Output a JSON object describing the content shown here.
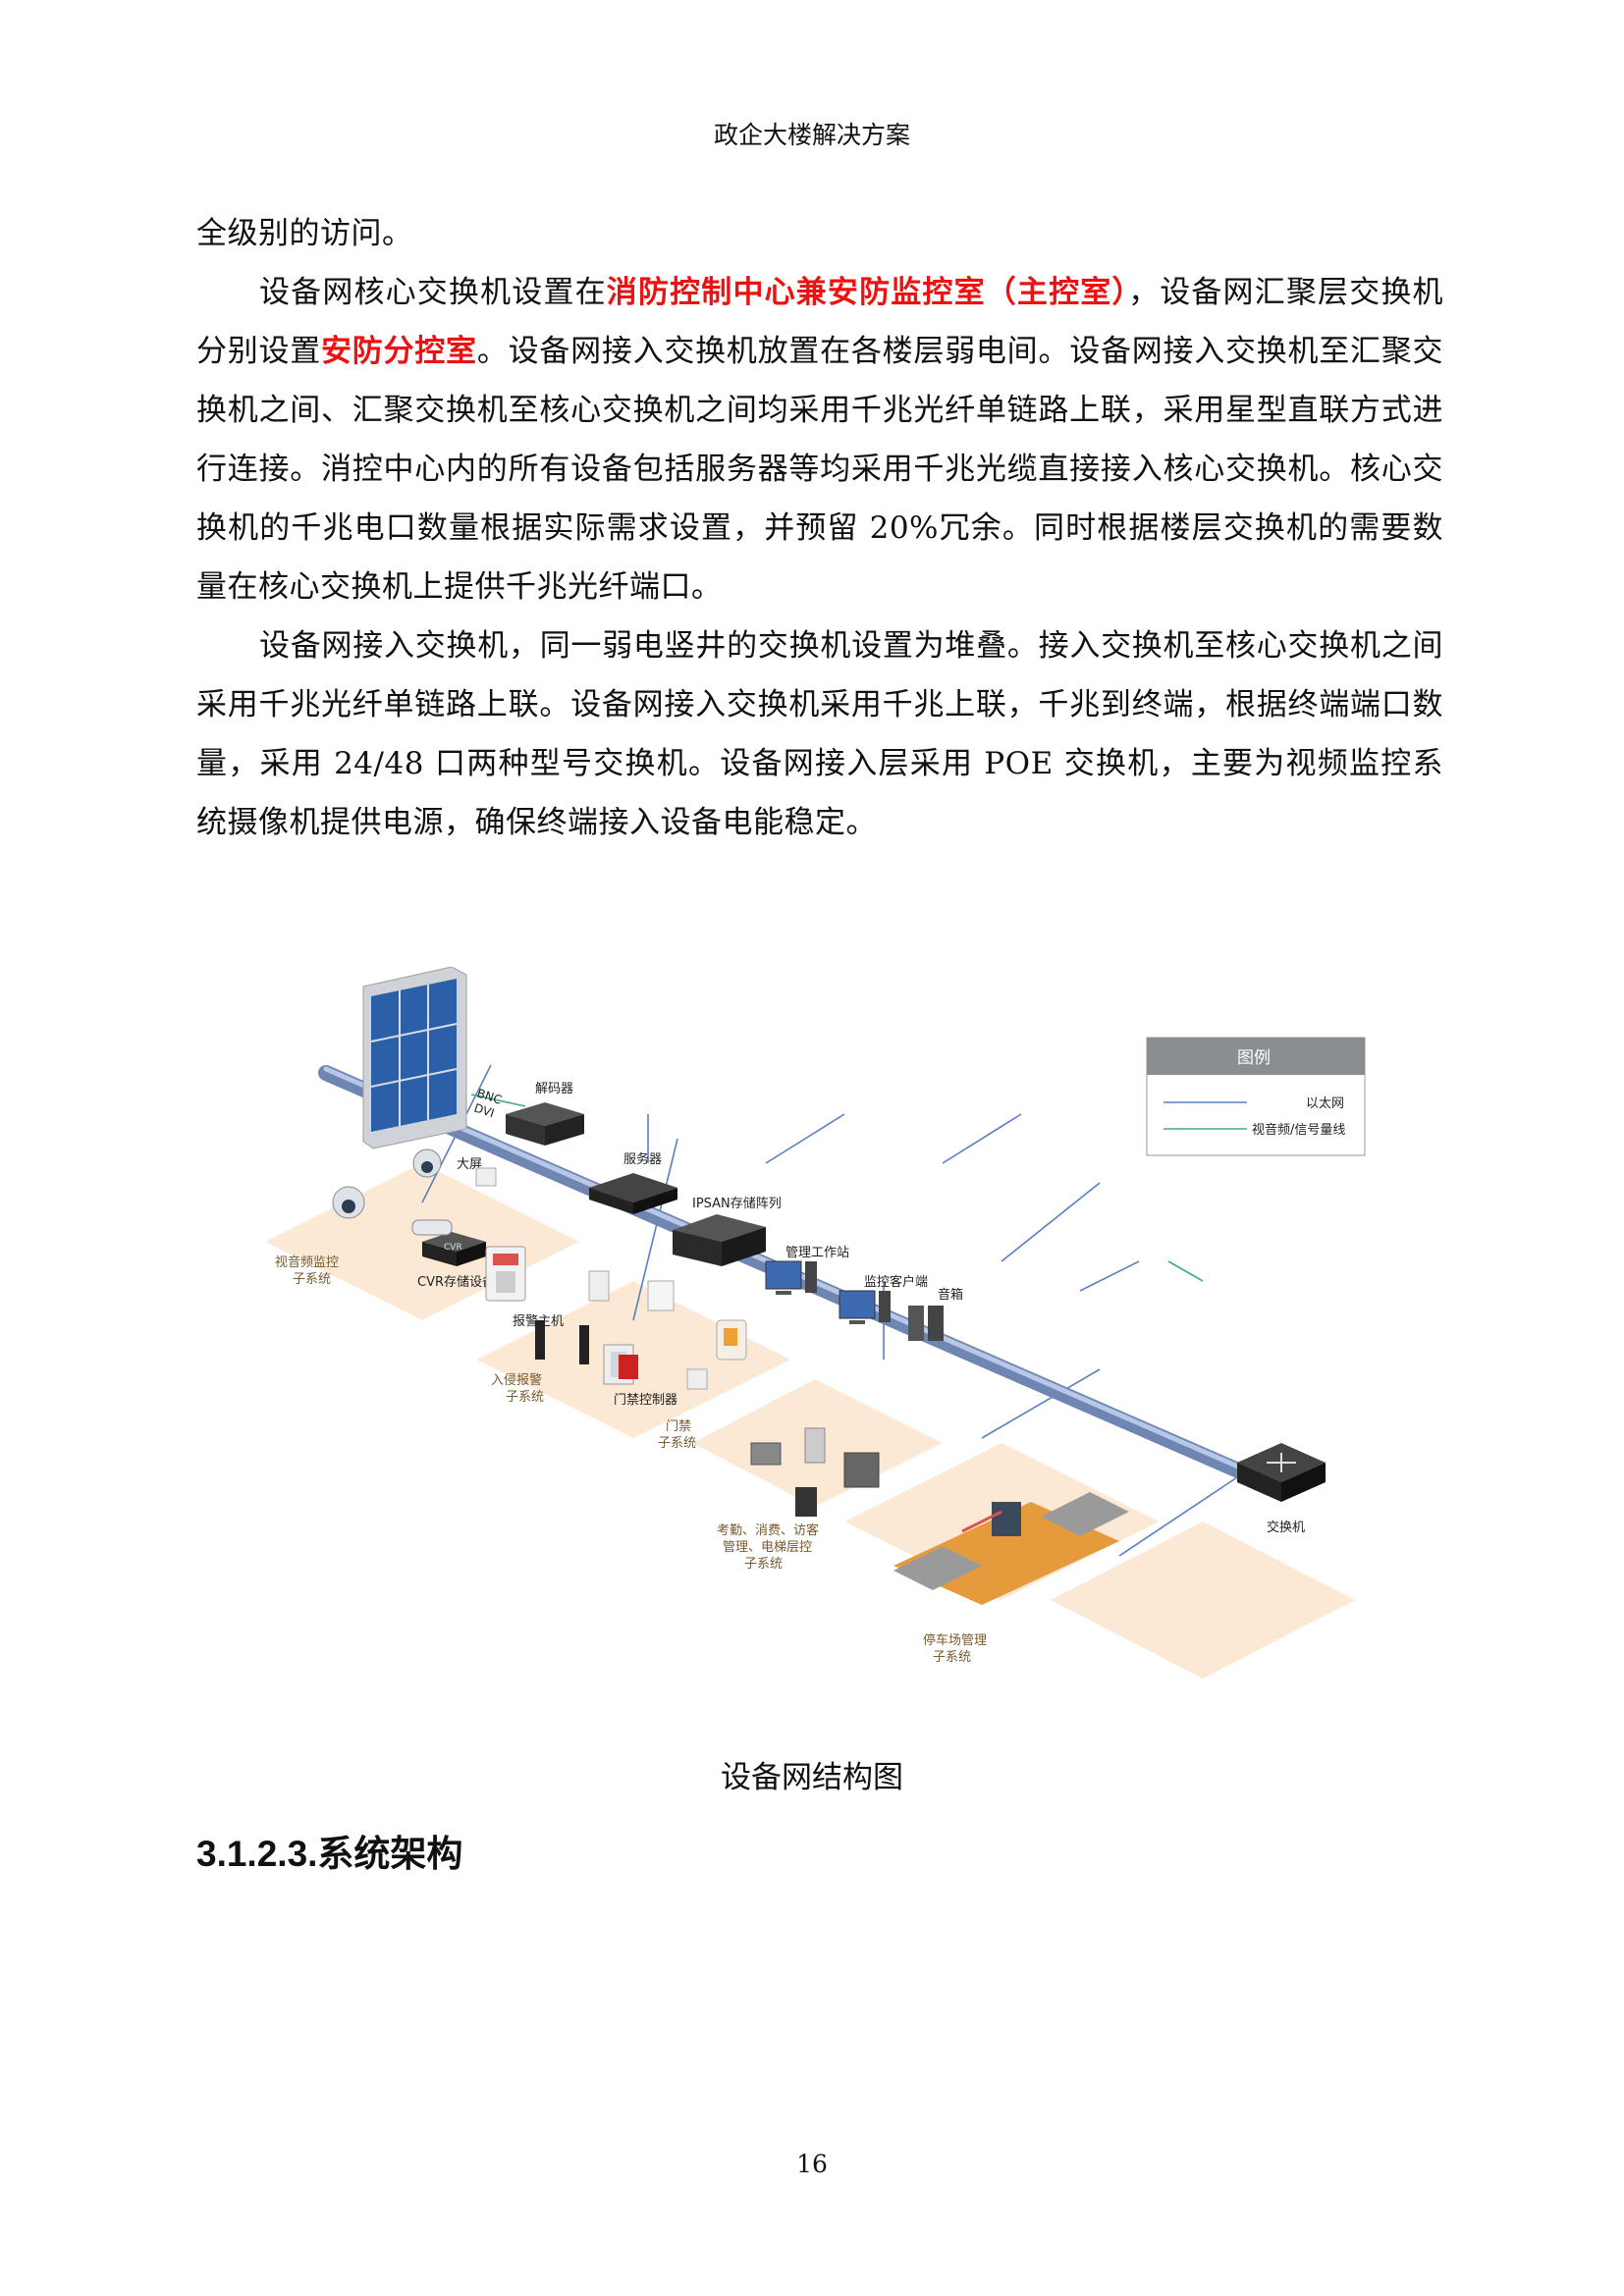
{
  "header": "政企大楼解决方案",
  "paragraphs": {
    "p0": "全级别的访问。",
    "p1_a": "设备网核心交换机设置在",
    "p1_red1": "消防控制中心兼安防监控室（主控室）",
    "p1_b": "，设备网汇聚层交换机分别设置",
    "p1_red2": "安防分控室",
    "p1_c": "。设备网接入交换机放置在各楼层弱电间。设备网接入交换机至汇聚交换机之间、汇聚交换机至核心交换机之间均采用千兆光纤单链路上联，采用星型直联方式进行连接。消控中心内的所有设备包括服务器等均采用千兆光缆直接接入核心交换机。核心交换机的千兆电口数量根据实际需求设置，并预留 20%冗余。同时根据楼层交换机的需要数量在核心交换机上提供千兆光纤端口。",
    "p2": "设备网接入交换机，同一弱电竖井的交换机设置为堆叠。接入交换机至核心交换机之间采用千兆光纤单链路上联。设备网接入交换机采用千兆上联，千兆到终端，根据终端端口数量，采用 24/48 口两种型号交换机。设备网接入层采用 POE 交换机，主要为视频监控系统摄像机提供电源，确保终端接入设备电能稳定。"
  },
  "diagram": {
    "legend_title": "图例",
    "legend_ethernet": "以太网",
    "legend_av": "视音频/信号量线",
    "bnc": "BNC",
    "dvi": "DVI",
    "big_screen": "大屏",
    "decoder": "解码器",
    "server": "服务器",
    "ipsan": "IPSAN存储阵列",
    "cvr_badge": "CVR",
    "cvr": "CVR存储设备",
    "alarm_host": "报警主机",
    "workstation": "管理工作站",
    "monitor_client": "监控客户端",
    "speaker": "音箱",
    "door_controller": "门禁控制器",
    "switch": "交换机",
    "video_sub_1": "视音频监控",
    "video_sub_2": "子系统",
    "intrusion_1": "入侵报警",
    "intrusion_2": "子系统",
    "door_sub_1": "门禁",
    "door_sub_2": "子系统",
    "attend_1": "考勤、消费、访客",
    "attend_2": "管理、电梯层控",
    "attend_3": "子系统",
    "parking_1": "停车场管理",
    "parking_2": "子系统",
    "colors": {
      "ethernet": "#5b7fc0",
      "av": "#3fae7a",
      "zone": "#fbe9d6",
      "label": "#7a5a2e",
      "backbone": "#8ea6cf"
    }
  },
  "caption": "设备网结构图",
  "heading": "3.1.2.3.系统架构",
  "page_number": "16"
}
